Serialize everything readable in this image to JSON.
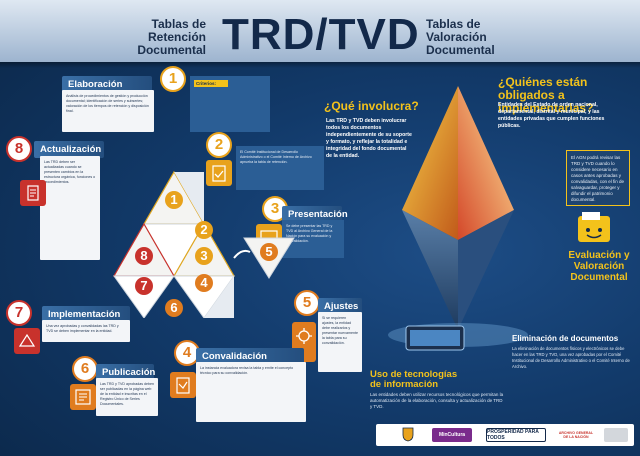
{
  "header": {
    "left_title": "Tablas de\nRetención\nDocumental",
    "main_title": "TRD/TVD",
    "right_title": "Tablas de\nValoración\nDocumental"
  },
  "steps": {
    "elaboracion": {
      "number": "1",
      "title": "Elaboración",
      "criteria_label": "Criterios:",
      "text": "Análisis de procedimientos de gestión y producción documental; identificación de series y subseries; valoración de los tiempos de retención y disposición final."
    },
    "aprobacion": {
      "number": "2",
      "title": "Aprobación",
      "text": "El Comité Institucional de Desarrollo Administrativo o el Comité Interno de Archivo aprueba la tabla de retención."
    },
    "presentacion": {
      "number": "3",
      "title": "Presentación",
      "text": "Se debe presentar las TRD y TVD al Archivo General de la Nación para su evaluación y convalidación."
    },
    "ajustes": {
      "number": "5",
      "title": "Ajustes",
      "text": "Si se requieren ajustes, la entidad debe realizarlos y presentar nuevamente la tabla para su convalidación."
    },
    "convalidacion": {
      "number": "4",
      "title": "Convalidación",
      "text": "La instancia evaluadora revisa la tabla y emite el concepto técnico para su convalidación."
    },
    "publicacion": {
      "number": "6",
      "title": "Publicación",
      "text": "Las TRD y TVD aprobadas deben ser publicadas en la página web de la entidad e inscritas en el Registro Único de Series Documentales."
    },
    "implementacion": {
      "number": "7",
      "title": "Implementación",
      "text": "Una vez aprobadas y convalidadas las TRD y TVD se deben implementar en la entidad."
    },
    "actualizacion": {
      "number": "8",
      "title": "Actualización",
      "text": "Las TRD deben ser actualizadas cuando se presenten cambios en la estructura orgánica, funciones o procedimientos."
    }
  },
  "diagram_numbers": [
    "1",
    "2",
    "3",
    "4",
    "5",
    "6",
    "7",
    "8"
  ],
  "questions": {
    "q1": {
      "title": "¿Qué involucra?",
      "text": "Las TRD y TVD deben involucrar todos los documentos independientemente de su soporte y formato, y reflejar la totalidad e integridad del fondo documental de la entidad."
    },
    "q2": {
      "title": "¿Quiénes están obligados a implementarlas?",
      "text": "Entidades del Estado de orden nacional, departamental, distrital y municipal, y las entidades privadas que cumplen funciones públicas."
    }
  },
  "evaluation": {
    "note": "El AGN podrá revisar las TRD y TVD cuando lo considere necesario en casos antes aprobadas y convalidadas, con el fin de salvaguardar, proteger y difundir el patrimonio documental.",
    "title": "Evaluación y\nValoración\nDocumental"
  },
  "tech": {
    "title": "Uso de tecnologías\nde información",
    "text": "Las entidades deben utilizar recursos tecnológicos que permitan la automatización de la elaboración, consulta y actualización de TRD y TVD."
  },
  "elimination": {
    "title": "Eliminación de documentos",
    "text": "La eliminación de documentos físicos y electrónicos se debe hacer en las TRD y TVD, una vez aprobadas por el Comité Institucional de Desarrollo Administrativo o el Comité Interno de Archivo."
  },
  "footer": {
    "logo_1": "MinCultura",
    "logo_2": "PROSPERIDAD PARA TODOS",
    "logo_3": "ARCHIVO GENERAL DE LA NACIÓN"
  },
  "colors": {
    "gold": "#f3c21b",
    "red": "#c8322c",
    "orange": "#e07c1f",
    "navy": "#13294a"
  }
}
